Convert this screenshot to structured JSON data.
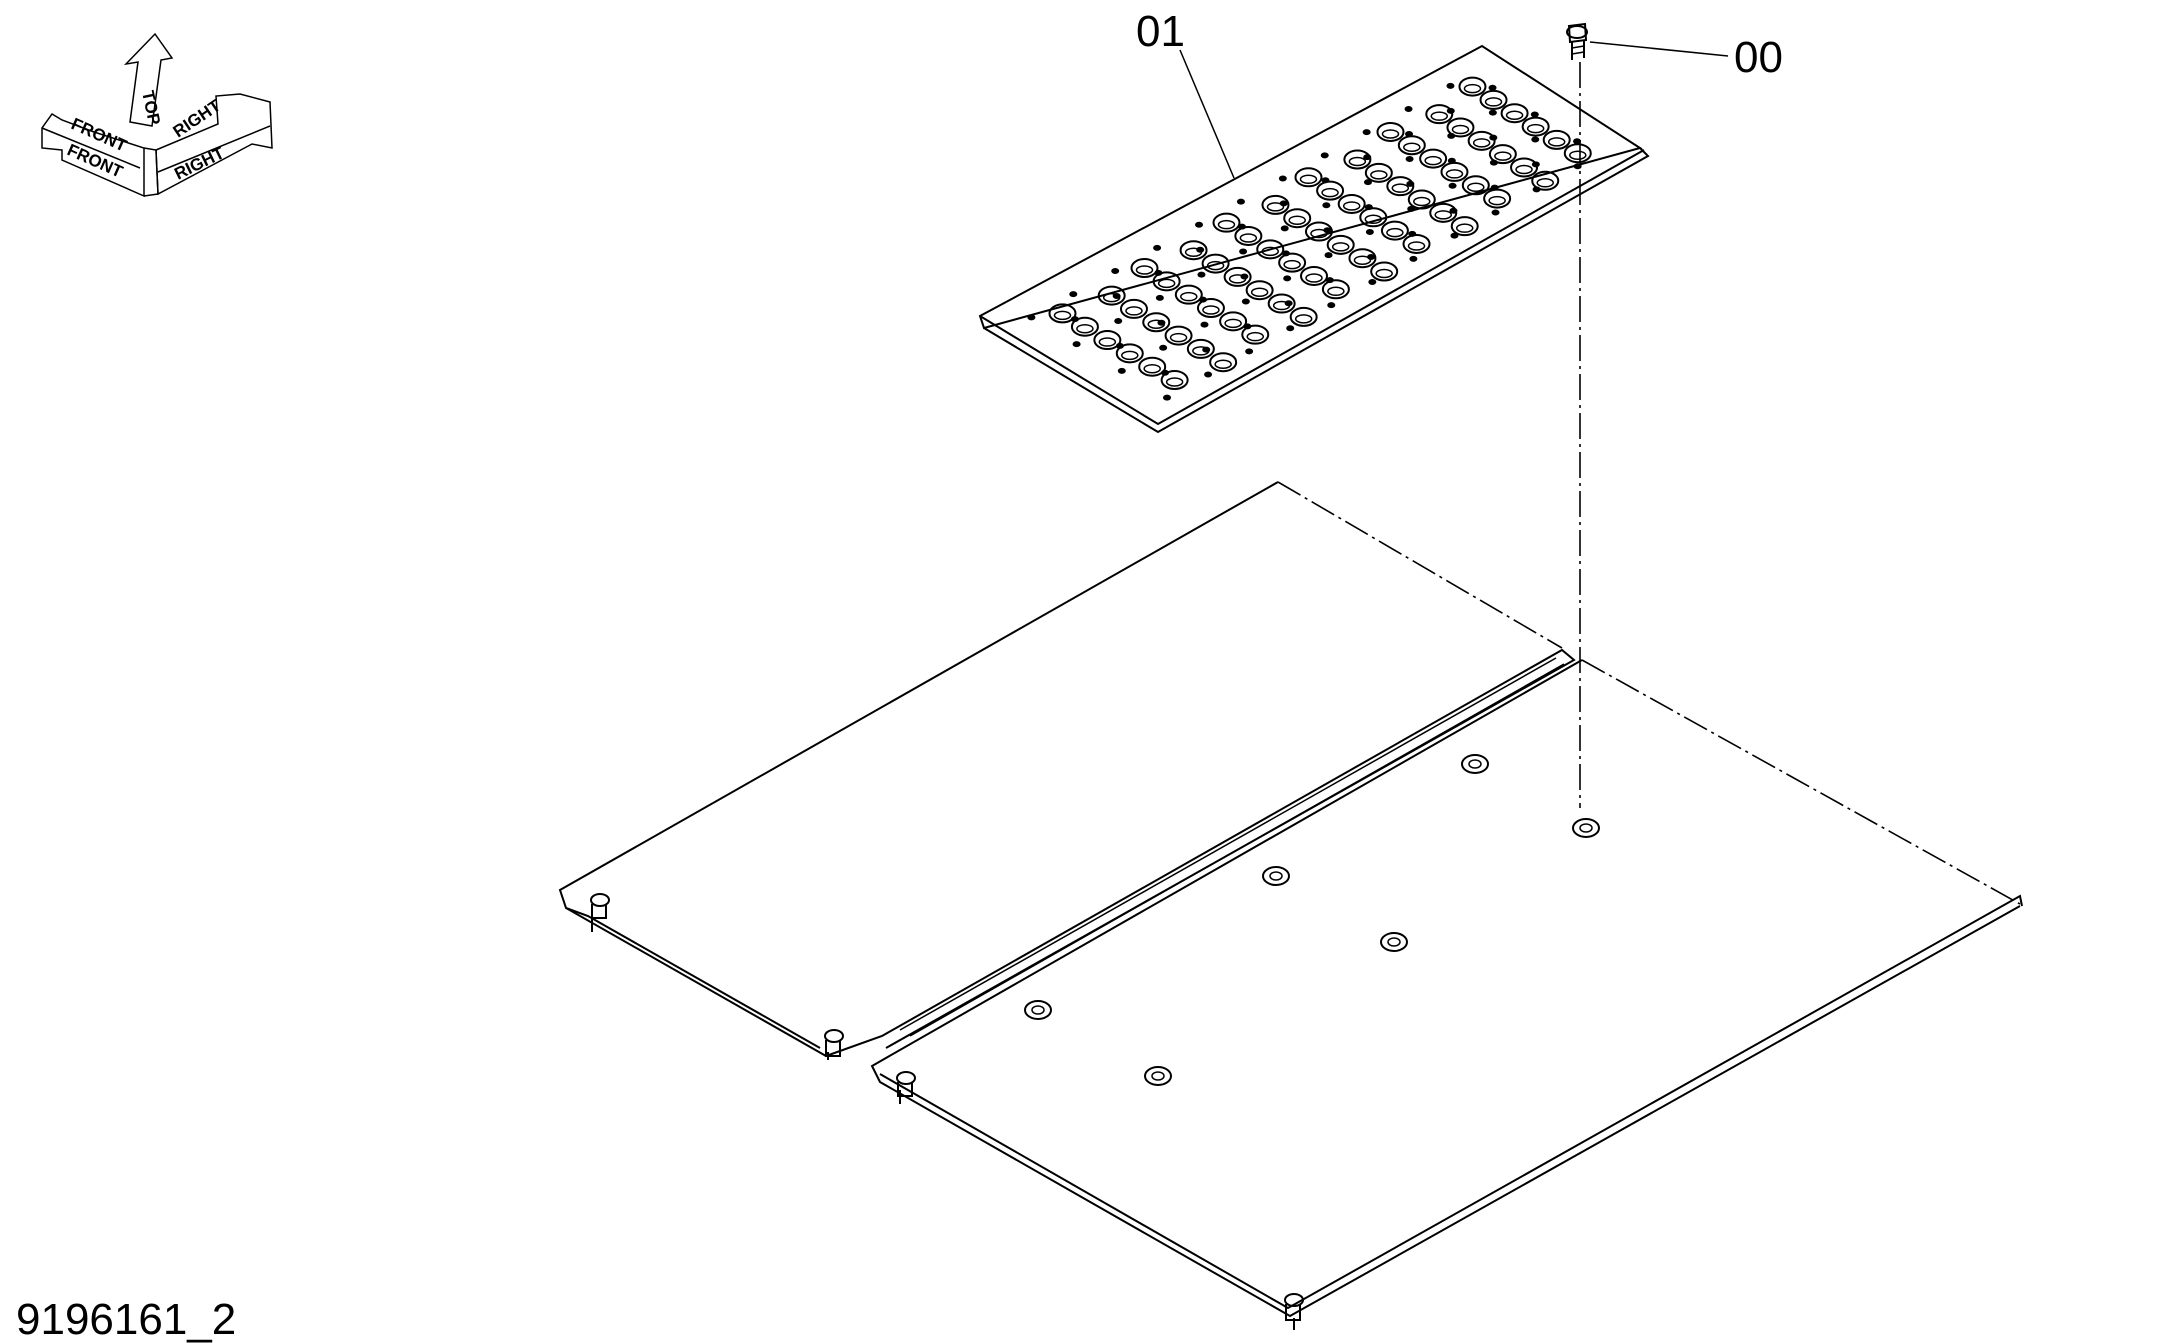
{
  "diagram": {
    "callouts": {
      "plate": "01",
      "bolt": "00"
    },
    "orientation_labels": {
      "front_a": "FRONT",
      "front_b": "FRONT",
      "top": "TOP",
      "right_a": "RIGHT",
      "right_b": "RIGHT"
    },
    "drawing_number": "9196161_2"
  }
}
